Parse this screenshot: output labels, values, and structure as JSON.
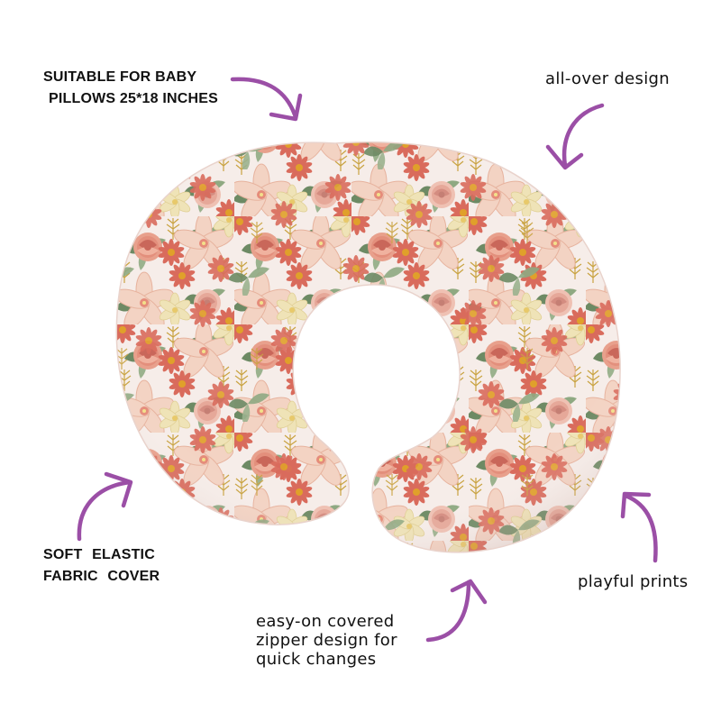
{
  "image": {
    "subject": "floral nursing pillow cover",
    "background_color": "#ffffff",
    "accent_color": "#9b4fa6",
    "fabric_colors": {
      "base": "#f6ede9",
      "rose": "#e38f7c",
      "rose_dark": "#c9675a",
      "daisy": "#d96b5c",
      "daisy_center": "#e0a02a",
      "lily": "#f3d3c3",
      "lily_stripe": "#e7b39e",
      "leaf": "#8fa982",
      "leaf_dark": "#6d8a64",
      "sprig": "#c9a341",
      "cream_flower": "#efe3b7"
    }
  },
  "callouts": [
    {
      "id": "size",
      "lines": [
        "SUITABLE FOR BABY",
        "PILLOWS 25*18 INCHES"
      ],
      "arrow": "curving down-right toward top of pillow"
    },
    {
      "id": "allover",
      "lines": [
        "all-over design"
      ],
      "arrow": "curving down-left toward upper right of pillow"
    },
    {
      "id": "soft",
      "lines": [
        "SOFT ELASTIC",
        "FABRIC COVER"
      ],
      "arrow": "curving up-right toward lower left of pillow"
    },
    {
      "id": "playful",
      "lines": [
        "playful prints"
      ],
      "arrow": "curving up-left toward lower right of pillow"
    },
    {
      "id": "zipper",
      "lines": [
        "easy-on covered",
        "zipper design for",
        "quick changes"
      ],
      "arrow": "curving up-right toward bottom of right pillow arm"
    }
  ]
}
